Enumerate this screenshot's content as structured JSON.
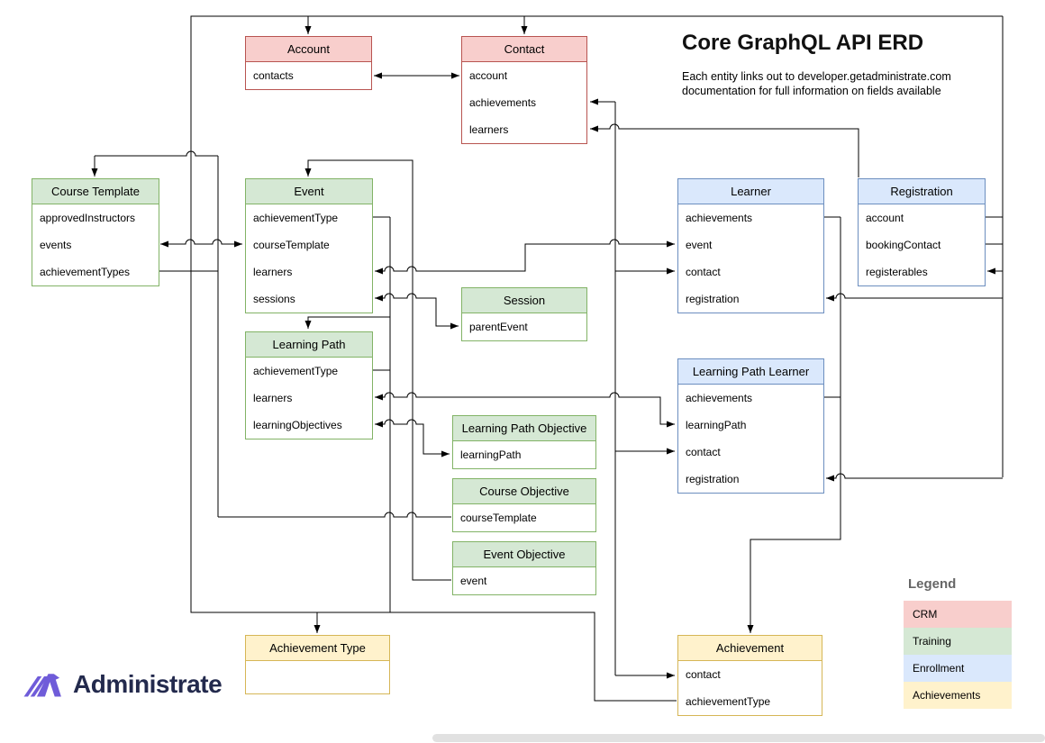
{
  "title": "Core GraphQL API ERD",
  "subtitle": "Each entity links out to developer.getadministrate.com documentation for full information on fields available",
  "logo": {
    "text": "Administrate",
    "icon_color": "#6f5cd9",
    "text_color": "#232a4d"
  },
  "legend": {
    "title": "Legend",
    "items": [
      {
        "label": "CRM",
        "category": "crm"
      },
      {
        "label": "Training",
        "category": "training"
      },
      {
        "label": "Enrollment",
        "category": "enrollment"
      },
      {
        "label": "Achievements",
        "category": "achievements"
      }
    ]
  },
  "categories": {
    "crm": {
      "fill": "#f8cecc",
      "stroke": "#b85450"
    },
    "training": {
      "fill": "#d5e8d4",
      "stroke": "#82b366"
    },
    "enrollment": {
      "fill": "#dae8fc",
      "stroke": "#6c8ebf"
    },
    "achievements": {
      "fill": "#fff2cc",
      "stroke": "#d6b656"
    }
  },
  "line_color": "#000000",
  "entities": [
    {
      "id": "account",
      "name": "Account",
      "category": "crm",
      "fields": [
        "contacts"
      ]
    },
    {
      "id": "contact",
      "name": "Contact",
      "category": "crm",
      "fields": [
        "account",
        "achievements",
        "learners"
      ]
    },
    {
      "id": "course-template",
      "name": "Course Template",
      "category": "training",
      "fields": [
        "approvedInstructors",
        "events",
        "achievementTypes"
      ]
    },
    {
      "id": "event",
      "name": "Event",
      "category": "training",
      "fields": [
        "achievementType",
        "courseTemplate",
        "learners",
        "sessions"
      ]
    },
    {
      "id": "learning-path",
      "name": "Learning Path",
      "category": "training",
      "fields": [
        "achievementType",
        "learners",
        "learningObjectives"
      ]
    },
    {
      "id": "session",
      "name": "Session",
      "category": "training",
      "fields": [
        "parentEvent"
      ]
    },
    {
      "id": "learning-path-objective",
      "name": "Learning Path Objective",
      "category": "training",
      "fields": [
        "learningPath"
      ]
    },
    {
      "id": "course-objective",
      "name": "Course Objective",
      "category": "training",
      "fields": [
        "courseTemplate"
      ]
    },
    {
      "id": "event-objective",
      "name": "Event Objective",
      "category": "training",
      "fields": [
        "event"
      ]
    },
    {
      "id": "learner",
      "name": "Learner",
      "category": "enrollment",
      "fields": [
        "achievements",
        "event",
        "contact",
        "registration"
      ]
    },
    {
      "id": "registration",
      "name": "Registration",
      "category": "enrollment",
      "fields": [
        "account",
        "bookingContact",
        "registerables"
      ]
    },
    {
      "id": "learning-path-learner",
      "name": "Learning Path Learner",
      "category": "enrollment",
      "fields": [
        "achievements",
        "learningPath",
        "contact",
        "registration"
      ]
    },
    {
      "id": "achievement-type",
      "name": "Achievement Type",
      "category": "achievements",
      "fields": []
    },
    {
      "id": "achievement",
      "name": "Achievement",
      "category": "achievements",
      "fields": [
        "contact",
        "achievementType"
      ]
    }
  ]
}
